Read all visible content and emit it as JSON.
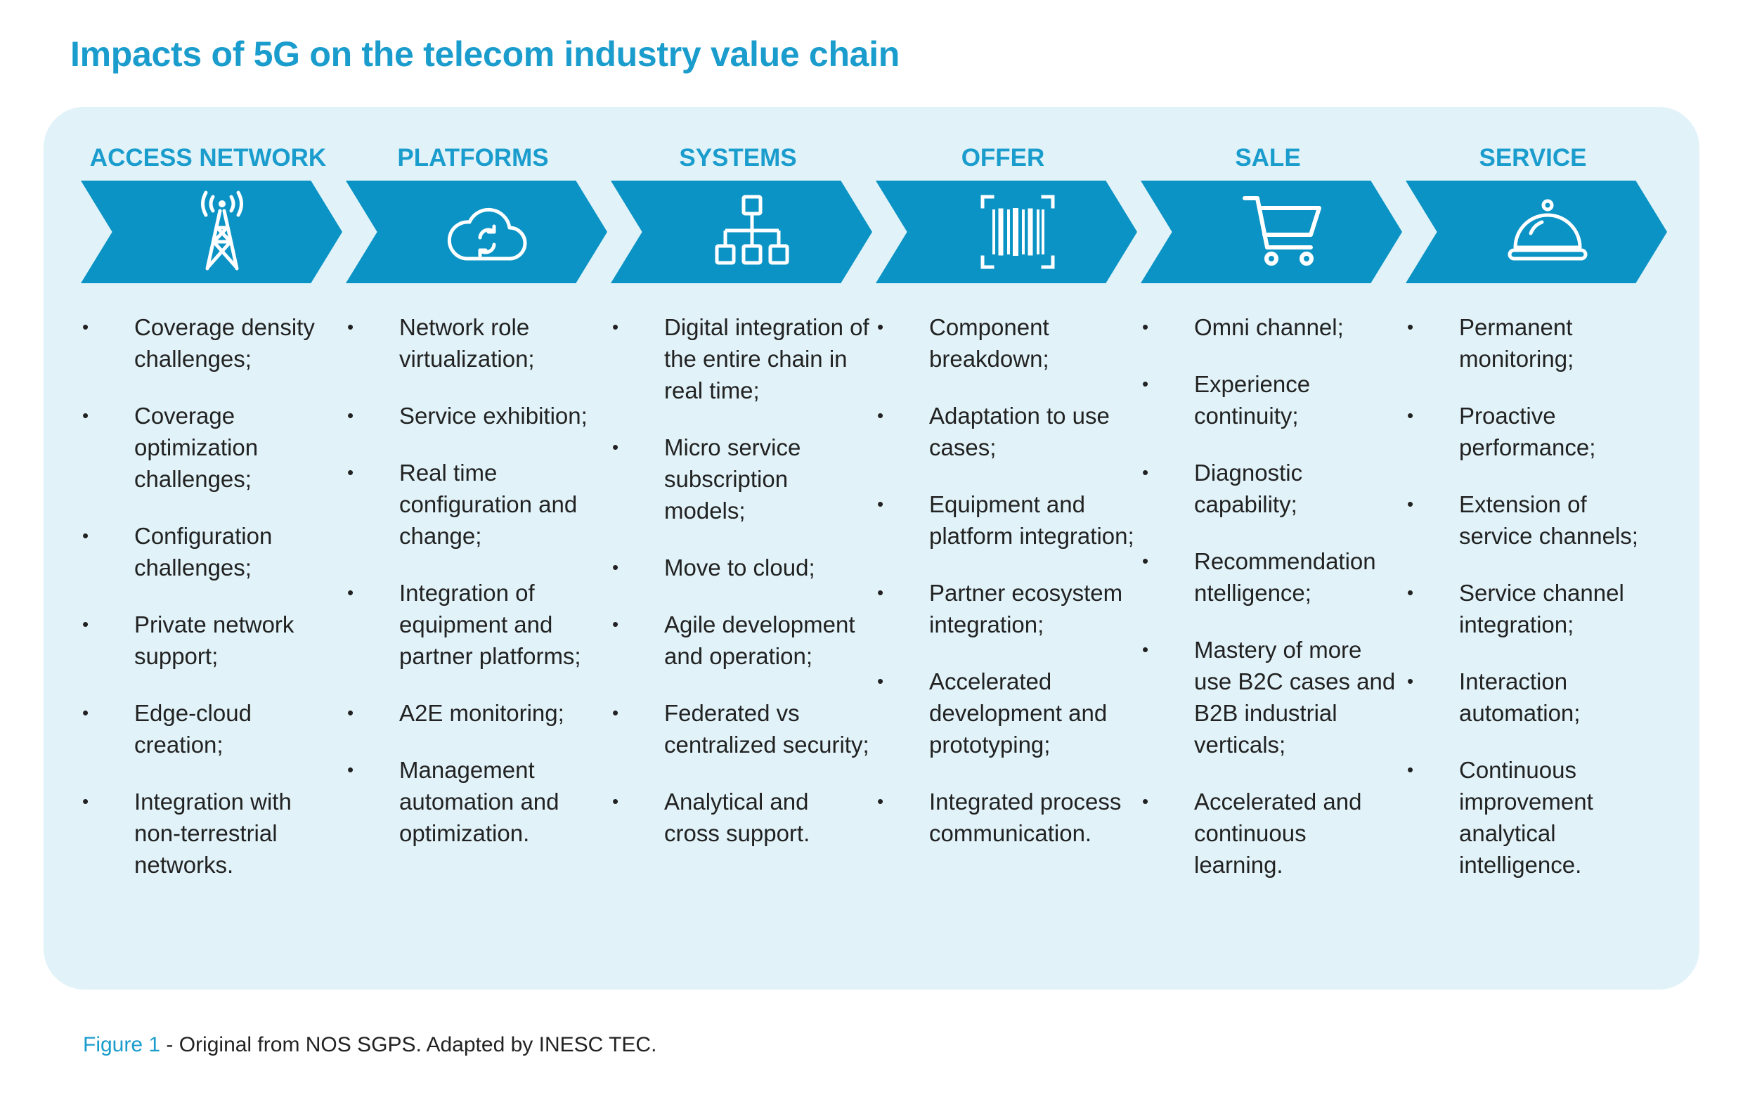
{
  "title": "Impacts of 5G on the telecom industry value chain",
  "colors": {
    "accent": "#1a9ccd",
    "chevron": "#0a93c4",
    "panel": "#e1f3f9"
  },
  "columns": [
    {
      "title": "ACCESS NETWORK",
      "icon": "cell-tower-icon",
      "items": [
        " Coverage density challenges;",
        "Coverage optimization challenges;",
        "Configuration challenges;",
        "Private network support;",
        "Edge-cloud creation;",
        "Integration with non-terrestrial networks."
      ]
    },
    {
      "title": "PLATFORMS",
      "icon": "cloud-sync-icon",
      "items": [
        "Network role virtualization;",
        "Service exhibition;",
        "Real time configuration and change;",
        "Integration of equipment and partner platforms;",
        "A2E monitoring;",
        "Management automation and optimization."
      ]
    },
    {
      "title": "SYSTEMS",
      "icon": "hierarchy-icon",
      "items": [
        "Digital integration of the entire chain in real time;",
        " Micro service subscription models;",
        " Move to cloud;",
        " Agile development and operation;",
        " Federated vs centralized security;",
        " Analytical and cross support."
      ]
    },
    {
      "title": "OFFER",
      "icon": "barcode-icon",
      "items": [
        "Component breakdown;",
        "Adaptation to use cases;",
        "Equipment and platform integration;",
        "Partner ecosystem integration;",
        "Accelerated development and prototyping;",
        "Integrated process communication."
      ]
    },
    {
      "title": "SALE",
      "icon": "shopping-cart-icon",
      "items": [
        "Omni channel;",
        "Experience continuity;",
        "Diagnostic capability;",
        " Recommendation ntelligence;",
        "Mastery of more use B2C cases and B2B industrial verticals;",
        " Accelerated and continuous learning."
      ]
    },
    {
      "title": "SERVICE",
      "icon": "service-cloche-icon",
      "items": [
        "Permanent monitoring;",
        "Proactive performance;",
        "Extension of service channels;",
        "Service channel integration;",
        "Interaction automation;",
        "Continuous improvement analytical intelligence."
      ]
    }
  ],
  "caption": {
    "figure": "Figure 1",
    "text": " - Original from NOS SGPS. Adapted by INESC TEC."
  }
}
